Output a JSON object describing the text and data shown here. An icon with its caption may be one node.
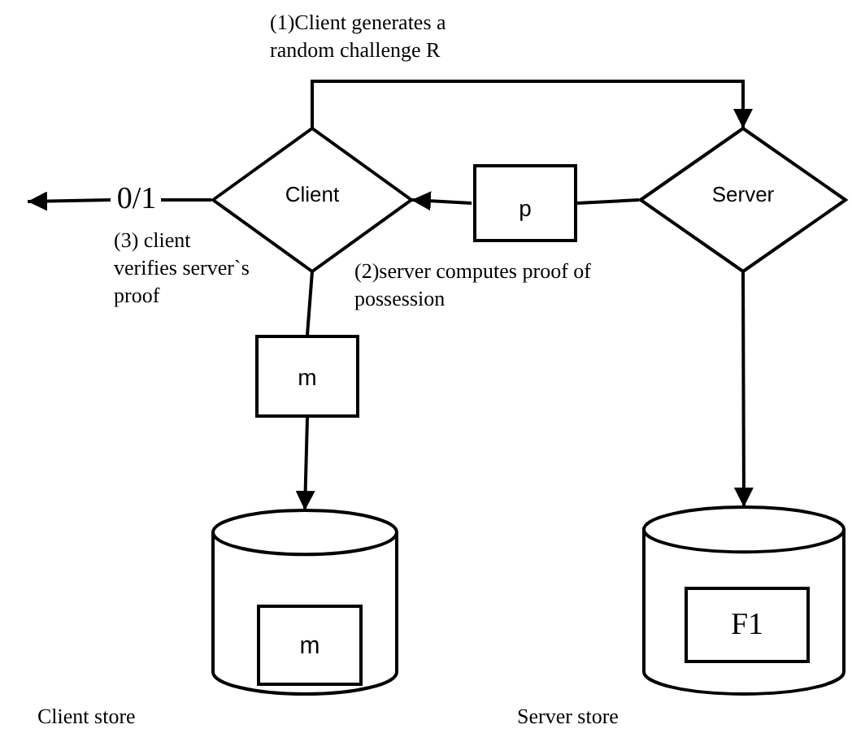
{
  "diagram": {
    "nodes": [
      {
        "text": [
          "Client"
        ]
      },
      {
        "text": [
          "p"
        ]
      },
      {
        "text": [
          "Server"
        ]
      },
      {
        "text": [
          "0/1"
        ]
      },
      {
        "text": [
          "m"
        ]
      },
      {
        "text": [],
        "shape": "cylinder"
      },
      {
        "text": [
          "m"
        ],
        "in": 5
      },
      {
        "text": [],
        "shape": "cylinder"
      },
      {
        "text": [
          "F1"
        ],
        "in": 7
      }
    ],
    "edges": [
      {
        "from": 0,
        "to": 2,
        "arrow": "to",
        "label": "(1)Client generates a random challenge R"
      },
      {
        "from": 2,
        "to": 1,
        "arrow": "none"
      },
      {
        "from": 1,
        "to": 0,
        "arrow": "to",
        "label": "(2)server computes proof of possession"
      },
      {
        "from": 0,
        "to": 3,
        "arrow": "none",
        "label": "(3) client verifies server`s proof"
      },
      {
        "from": 3,
        "to": null,
        "arrow": "to"
      },
      {
        "from": 0,
        "to": 4,
        "arrow": "none"
      },
      {
        "from": 4,
        "to": 5,
        "arrow": "to"
      },
      {
        "from": 2,
        "to": 7,
        "arrow": "to"
      }
    ],
    "labels": [
      "Client store",
      "Server store"
    ]
  }
}
